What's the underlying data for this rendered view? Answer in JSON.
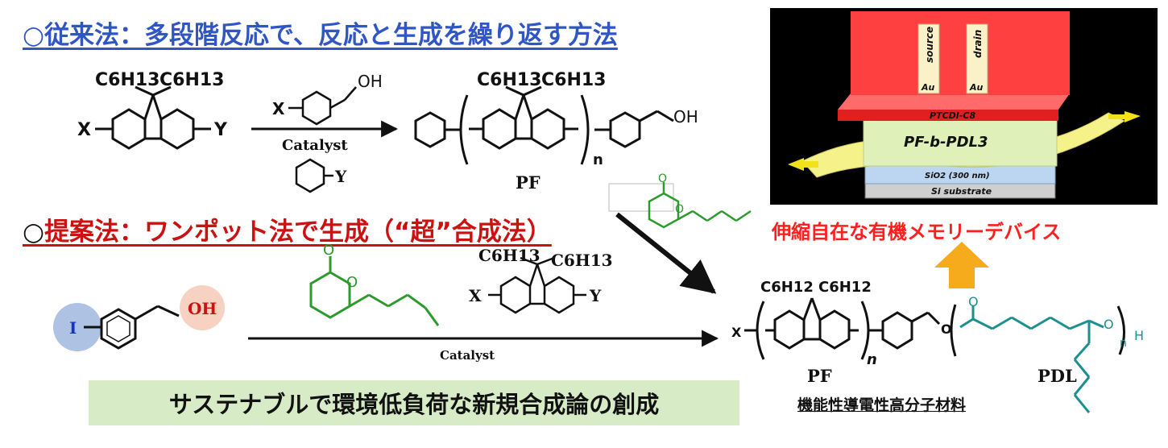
{
  "headings": {
    "conventional_mark": "○",
    "conventional": "従来法：多段階反応で、反応と生成を繰り返す方法",
    "proposed_mark": "○",
    "proposed": "提案法：ワンポット法で生成（“超”合成法）"
  },
  "conventional_scheme": {
    "alkyl_left": "C6H13",
    "alkyl_right": "C6H13",
    "sub_x": "X",
    "sub_y": "Y",
    "reagent_x": "X",
    "reagent_oh": "OH",
    "catalyst": "Catalyst",
    "cap_y": "Y",
    "product_alkyl_left": "C6H13",
    "product_alkyl_right": "C6H13",
    "product_n": "n",
    "product_oh": "OH",
    "product_label": "PF"
  },
  "proposed_scheme": {
    "iodo": "I",
    "oh": "OH",
    "alkyl_left": "C6H13",
    "alkyl_right": "C6H13",
    "sub_x": "X",
    "sub_y": "Y",
    "catalyst": "Catalyst"
  },
  "product": {
    "alkyl_left": "C6H12",
    "alkyl_right": "C6H12",
    "end_x": "X",
    "n": "n",
    "o_ester": "O",
    "o_end": "O",
    "h_end": "H",
    "n_end": "n",
    "pf_label": "PF",
    "pdl_label": "PDL",
    "material_label": "機能性導電性高分子材料"
  },
  "device": {
    "source": "source",
    "drain": "drain",
    "au_left": "Au",
    "au_right": "Au",
    "ptcdi": "PTCDI-C8",
    "pf_b_pdl": "PF-b-PDL3",
    "sio2": "SiO2 (300 nm)",
    "si": "Si substrate",
    "caption": "伸縮自在な有機メモリーデバイス"
  },
  "banner": "サステナブルで環境低負荷な新規合成論の創成",
  "colors": {
    "blue_heading": "#2f56c4",
    "red_heading": "#cc1111",
    "lactone_green": "#2c9a2c",
    "pdl_teal": "#1d8f8f",
    "banner_bg": "#d7ecc6",
    "arrow_orange": "#f5ab1b"
  }
}
